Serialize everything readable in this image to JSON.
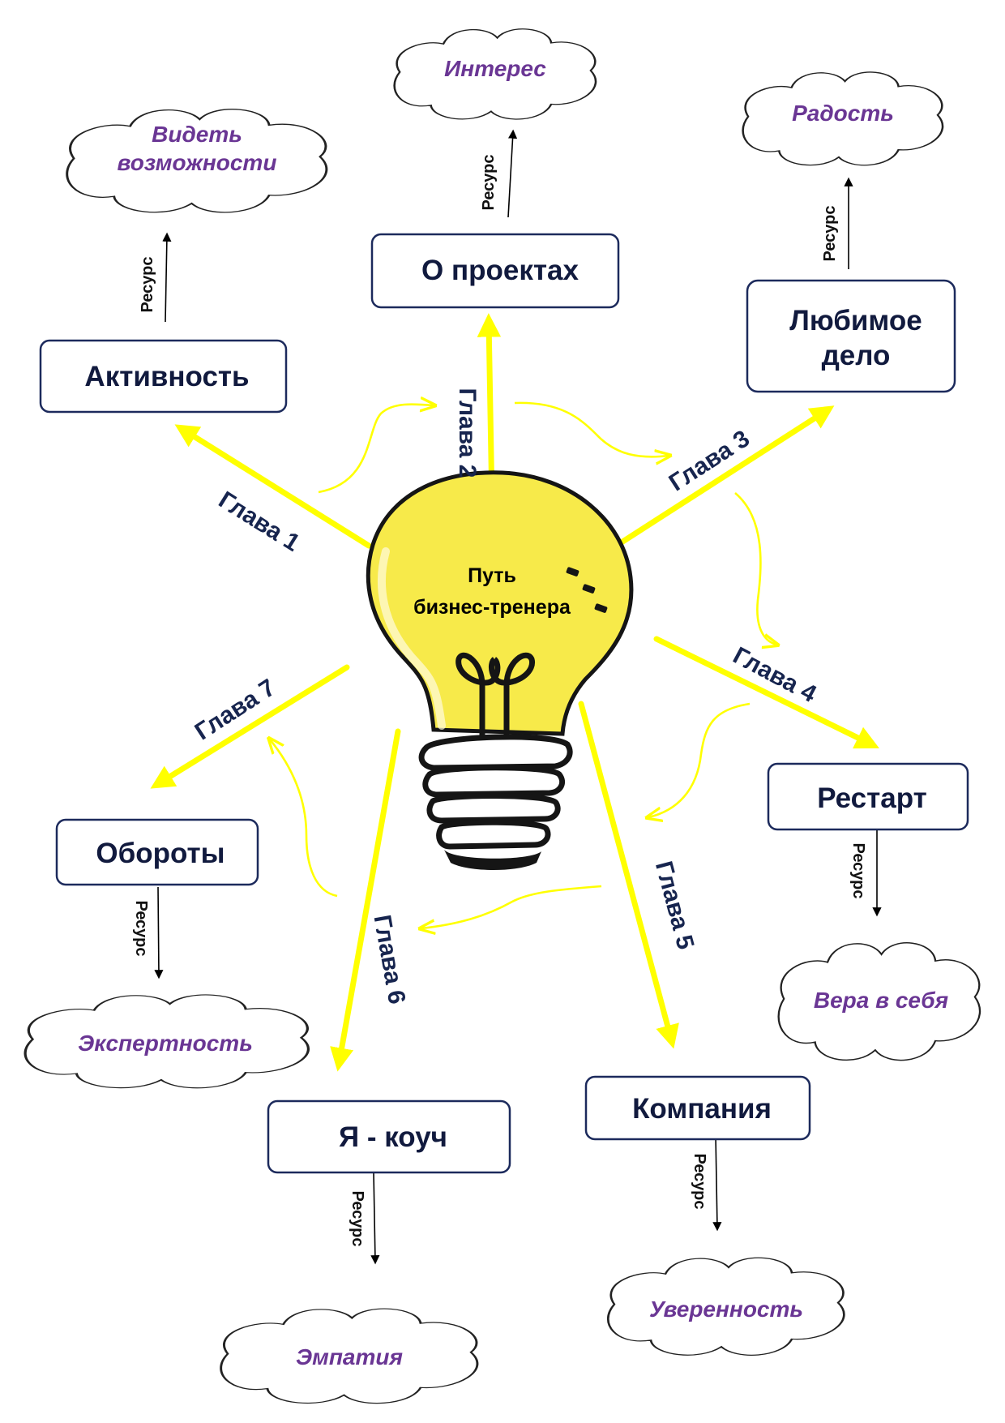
{
  "center": {
    "line1": "Путь",
    "line2": "бизнес-тренера"
  },
  "resource_label": "Ресурс",
  "colors": {
    "arrow": "#ffff00",
    "box_border": "#1c2a5c",
    "box_text": "#111a3e",
    "chapter_text": "#17254f",
    "cloud_text": "#6a3694",
    "bulb_fill": "#f7ea4a"
  },
  "chapters": [
    {
      "chapter": "Глава 1",
      "box": "Активность",
      "cloud": "Видеть возможности",
      "cloud_line1": "Видеть",
      "cloud_line2": "возможности"
    },
    {
      "chapter": "Глава 2",
      "box": "О проектах",
      "cloud": "Интерес"
    },
    {
      "chapter": "Глава 3",
      "box": "Любимое дело",
      "box_line1": "Любимое",
      "box_line2": "дело",
      "cloud": "Радость"
    },
    {
      "chapter": "Глава 4",
      "box": "Рестарт",
      "cloud": "Вера в себя"
    },
    {
      "chapter": "Глава 5",
      "box": "Компания",
      "cloud": "Уверенность"
    },
    {
      "chapter": "Глава 6",
      "box": "Я - коуч",
      "cloud": "Эмпатия"
    },
    {
      "chapter": "Глава 7",
      "box": "Обороты",
      "cloud": "Экспертность"
    }
  ]
}
